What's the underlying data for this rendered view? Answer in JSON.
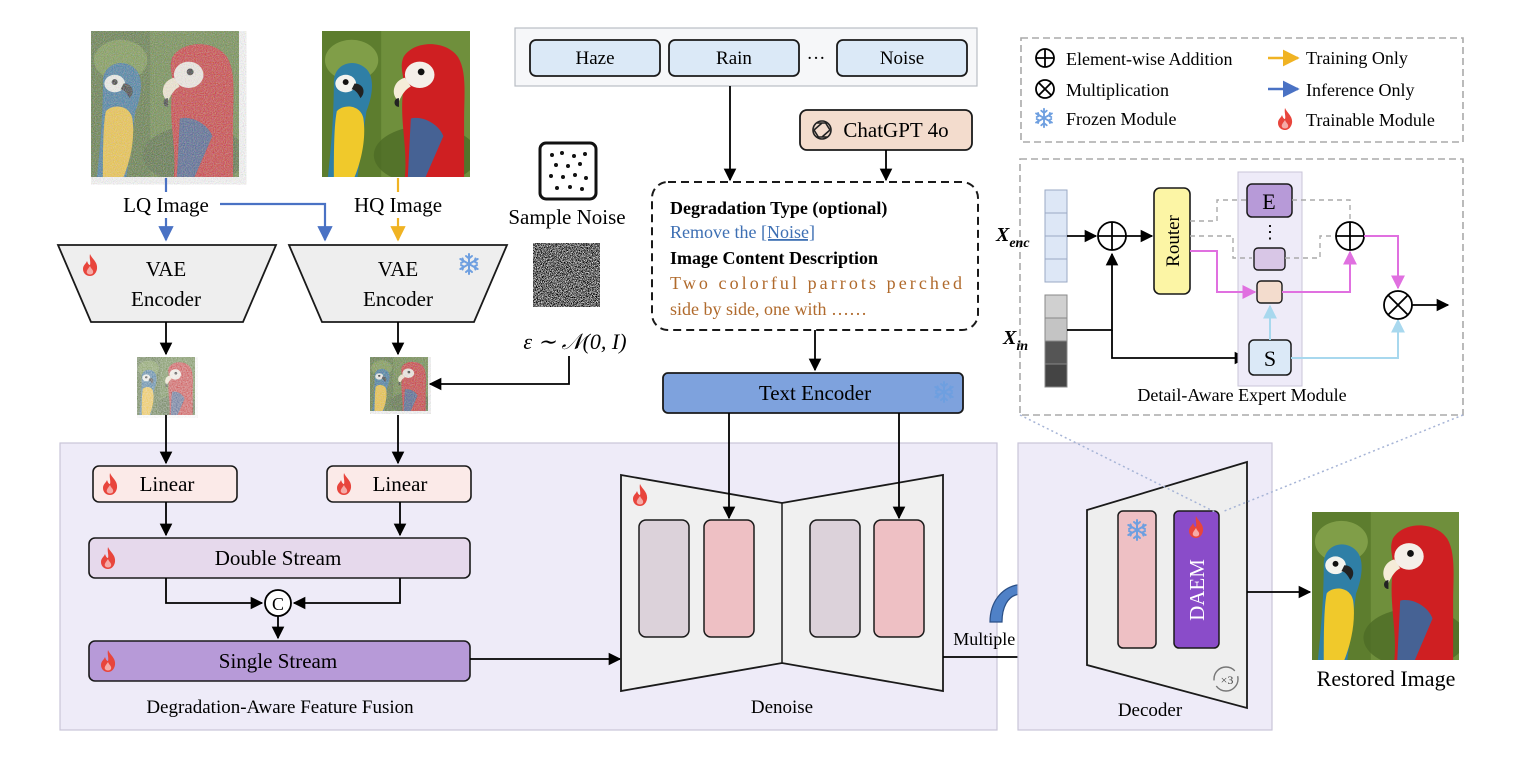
{
  "degradations": {
    "haze": "Haze",
    "rain": "Rain",
    "dots": "···",
    "noise": "Noise"
  },
  "chatgpt": {
    "label": "ChatGPT 4o"
  },
  "prompt": {
    "type_heading": "Degradation Type (optional)",
    "type_text_prefix": "Remove the ",
    "type_text_link": "[Noise]",
    "content_heading": "Image Content Description",
    "content_line1": "Two colorful parrots perched",
    "content_line2": "side by side, one with ……"
  },
  "images": {
    "lq_label": "LQ Image",
    "hq_label": "HQ Image",
    "sample_noise_label": "Sample Noise",
    "noise_formula": "ε ∼ 𝒩(0, I)",
    "restored_label": "Restored Image"
  },
  "modules": {
    "vae_encoder_line1": "VAE",
    "vae_encoder_line2": "Encoder",
    "text_encoder": "Text Encoder",
    "linear": "Linear",
    "double_stream": "Double Stream",
    "single_stream": "Single Stream",
    "concat_symbol": "C",
    "fusion_caption": "Degradation-Aware Feature Fusion",
    "denoise_caption": "Denoise",
    "multiple_denoise": "Multiple Denoise",
    "decoder_caption": "Decoder",
    "daem": "DAEM",
    "times3": "×3"
  },
  "legend": {
    "addition": "Element-wise Addition",
    "multiplication": "Multiplication",
    "frozen": "Frozen Module",
    "training_only": "Training Only",
    "inference_only": "Inference Only",
    "trainable": "Trainable Module"
  },
  "expert": {
    "x_enc": "X",
    "x_enc_sub": "enc",
    "x_in": "X",
    "x_in_sub": "in",
    "router": "Router",
    "e_label": "E",
    "dots": "⋮",
    "s_label": "S",
    "caption": "Detail-Aware Expert Module"
  },
  "colors": {
    "blue_arrow": "#4a72c4",
    "yellow_arrow": "#f0b323",
    "pink_arrow": "#e070e0",
    "light_blue_arrow": "#a8d8ee",
    "panel_bg": "#eeebf8",
    "linear_fill": "#fbeae8",
    "stream_fill": "#e6d9ec",
    "single_fill": "#b79ad8",
    "text_encoder_fill": "#7ea2dd",
    "chatgpt_fill": "#f3dccd",
    "degr_fill": "#dbe9f7",
    "router_fill": "#fcf5a5",
    "daem_fill": "#8a4cc9",
    "pink_block": "#eec0c4",
    "grey_block": "#dcd2da",
    "flame": "#e8453c",
    "snow": "#6e9fe0",
    "brown_text": "#b06a2c",
    "link_blue": "#3d6fb3"
  }
}
